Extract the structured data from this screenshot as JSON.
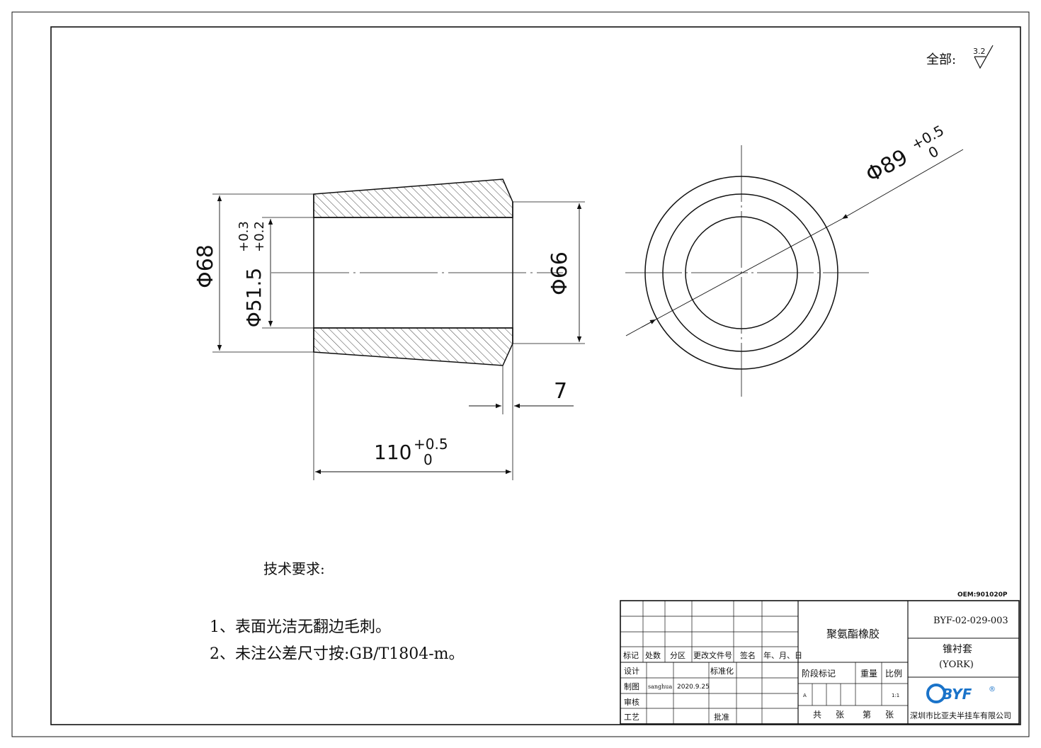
{
  "surface_finish": {
    "label": "全部:",
    "value": "3.2"
  },
  "dimensions": {
    "outer_left": "Φ68",
    "bore": "Φ51.5",
    "bore_tol_upper": "+0.3",
    "bore_tol_lower": "+0.2",
    "outer_right": "Φ66",
    "chamfer": "7",
    "length": "110",
    "length_tol_upper": "+0.5",
    "length_tol_lower": "0",
    "circle_dia": "Φ89",
    "circle_tol_upper": "+0.5",
    "circle_tol_lower": "0"
  },
  "tech_requirements": {
    "title": "技术要求:",
    "items": [
      "1、表面光洁无翻边毛刺。",
      "2、未注公差尺寸按:GB/T1804-m。"
    ]
  },
  "oem_code": "OEM:901020P",
  "title_block": {
    "material": "聚氨酯橡胶",
    "drawing_no": "BYF-02-029-003",
    "part_name": "锥衬套",
    "part_model": "(YORK)",
    "headers": [
      "标记",
      "处数",
      "分区",
      "更改文件号",
      "签名",
      "年、月、日"
    ],
    "rows": {
      "design": "设计",
      "standardize": "标准化",
      "draw": "制图",
      "drafter": "sanghua",
      "date": "2020.9.25",
      "check": "审核",
      "process": "工艺",
      "approve": "批准"
    },
    "stage_label": "阶段标记",
    "weight_label": "重量",
    "scale_label": "比例",
    "stage_mark": "A",
    "scale_value": "1:1",
    "sheets_total": "共",
    "sheets_unit1": "张",
    "sheet_no": "第",
    "sheets_unit2": "张",
    "logo": "BYF",
    "company": "深圳市比亚夫半挂车有限公司"
  }
}
